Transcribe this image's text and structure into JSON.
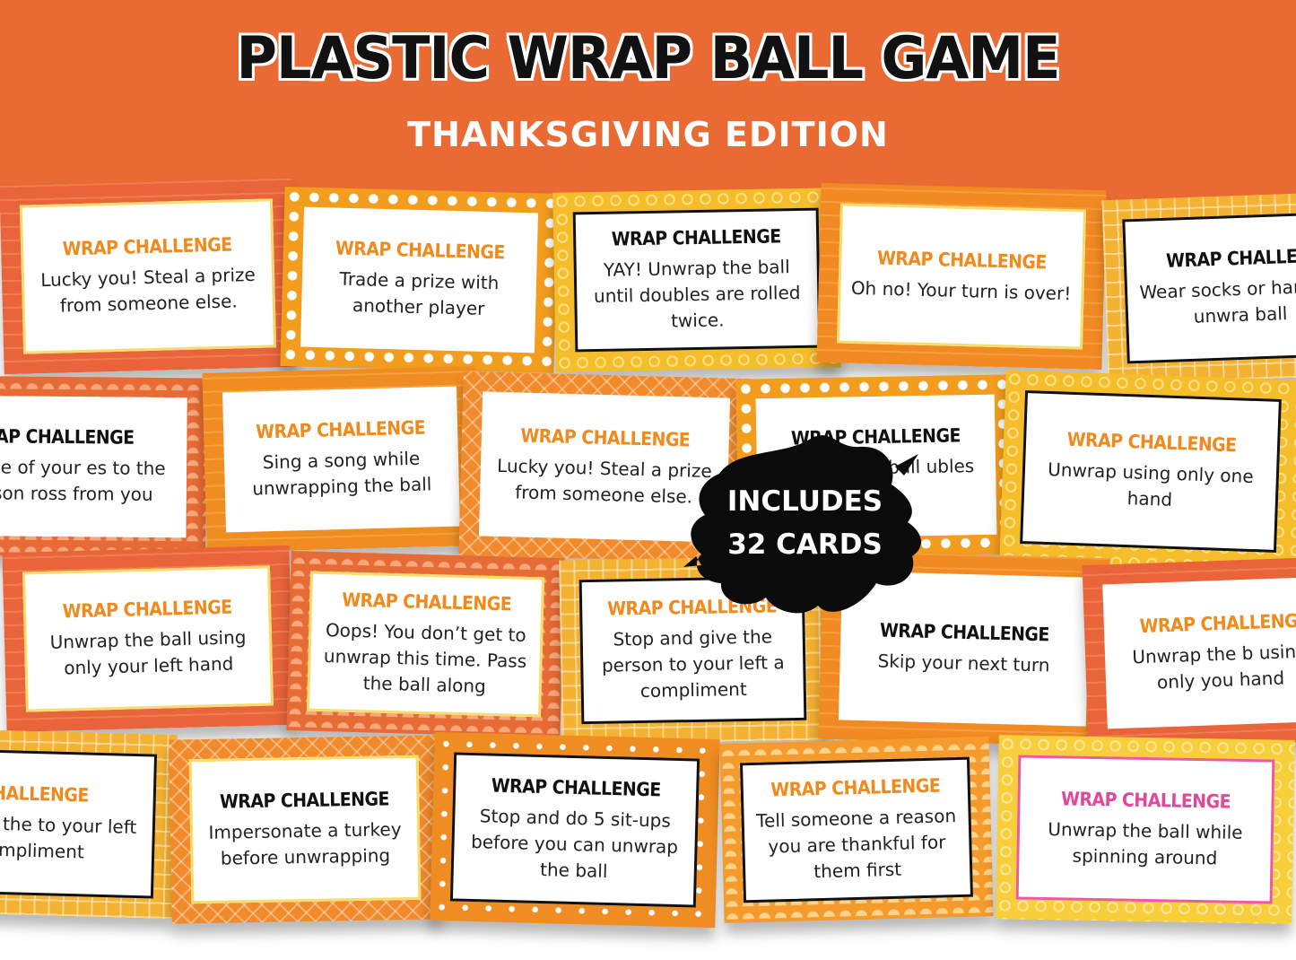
{
  "header": {
    "title": "PLASTIC WRAP BALL GAME",
    "subtitle": "THANKSGIVING EDITION"
  },
  "badge": {
    "line1": "INCLUDES",
    "line2": "32 CARDS"
  },
  "colors": {
    "banner": "#ea6a33",
    "title_orange": "#f08a1c",
    "title_black": "#111111",
    "title_pink": "#e0489a"
  },
  "cards": [
    {
      "title": "WRAP CHALLENGE",
      "text": "Lucky you! Steal a prize from someone else."
    },
    {
      "title": "WRAP CHALLENGE",
      "text": "Trade a prize with another player"
    },
    {
      "title": "WRAP CHALLENGE",
      "text": "YAY! Unwrap the ball until doubles are rolled twice."
    },
    {
      "title": "WRAP CHALLENGE",
      "text": "Oh no! Your turn is over!"
    },
    {
      "title": "WRAP CHALLEN",
      "text": "Wear socks or hand to unwra ball"
    },
    {
      "title": "RAP CHALLENGE",
      "text": "ve one of your es to the person ross from you"
    },
    {
      "title": "WRAP CHALLENGE",
      "text": "Sing a song while unwrapping the ball"
    },
    {
      "title": "WRAP CHALLENGE",
      "text": "Lucky you! Steal a prize from someone else."
    },
    {
      "title": "WRAP CHALLENGE",
      "text": "Unwrap the ball ubles are ce."
    },
    {
      "title": "WRAP CHALLENGE",
      "text": "Unwrap using only one hand"
    },
    {
      "title": "WRAP CHALLENGE",
      "text": "Unwrap the ball using only your left hand"
    },
    {
      "title": "WRAP CHALLENGE",
      "text": "Oops! You don’t get to unwrap this time. Pass the ball along"
    },
    {
      "title": "WRAP CHALLENGE",
      "text": "Stop and give the person to your left a compliment"
    },
    {
      "title": "WRAP CHALLENGE",
      "text": "Skip your next turn"
    },
    {
      "title": "WRAP CHALLENG",
      "text": "Unwrap the b using only you hand"
    },
    {
      "title": "CHALLENGE",
      "text": "nd give the to your left a mpliment"
    },
    {
      "title": "WRAP CHALLENGE",
      "text": "Impersonate a turkey before unwrapping"
    },
    {
      "title": "WRAP CHALLENGE",
      "text": "Stop and do 5 sit-ups before you can unwrap the ball"
    },
    {
      "title": "WRAP CHALLENGE",
      "text": "Tell someone a reason you are thankful for them first"
    },
    {
      "title": "WRAP CHALLENGE",
      "text": "Unwrap the ball while spinning around"
    }
  ]
}
